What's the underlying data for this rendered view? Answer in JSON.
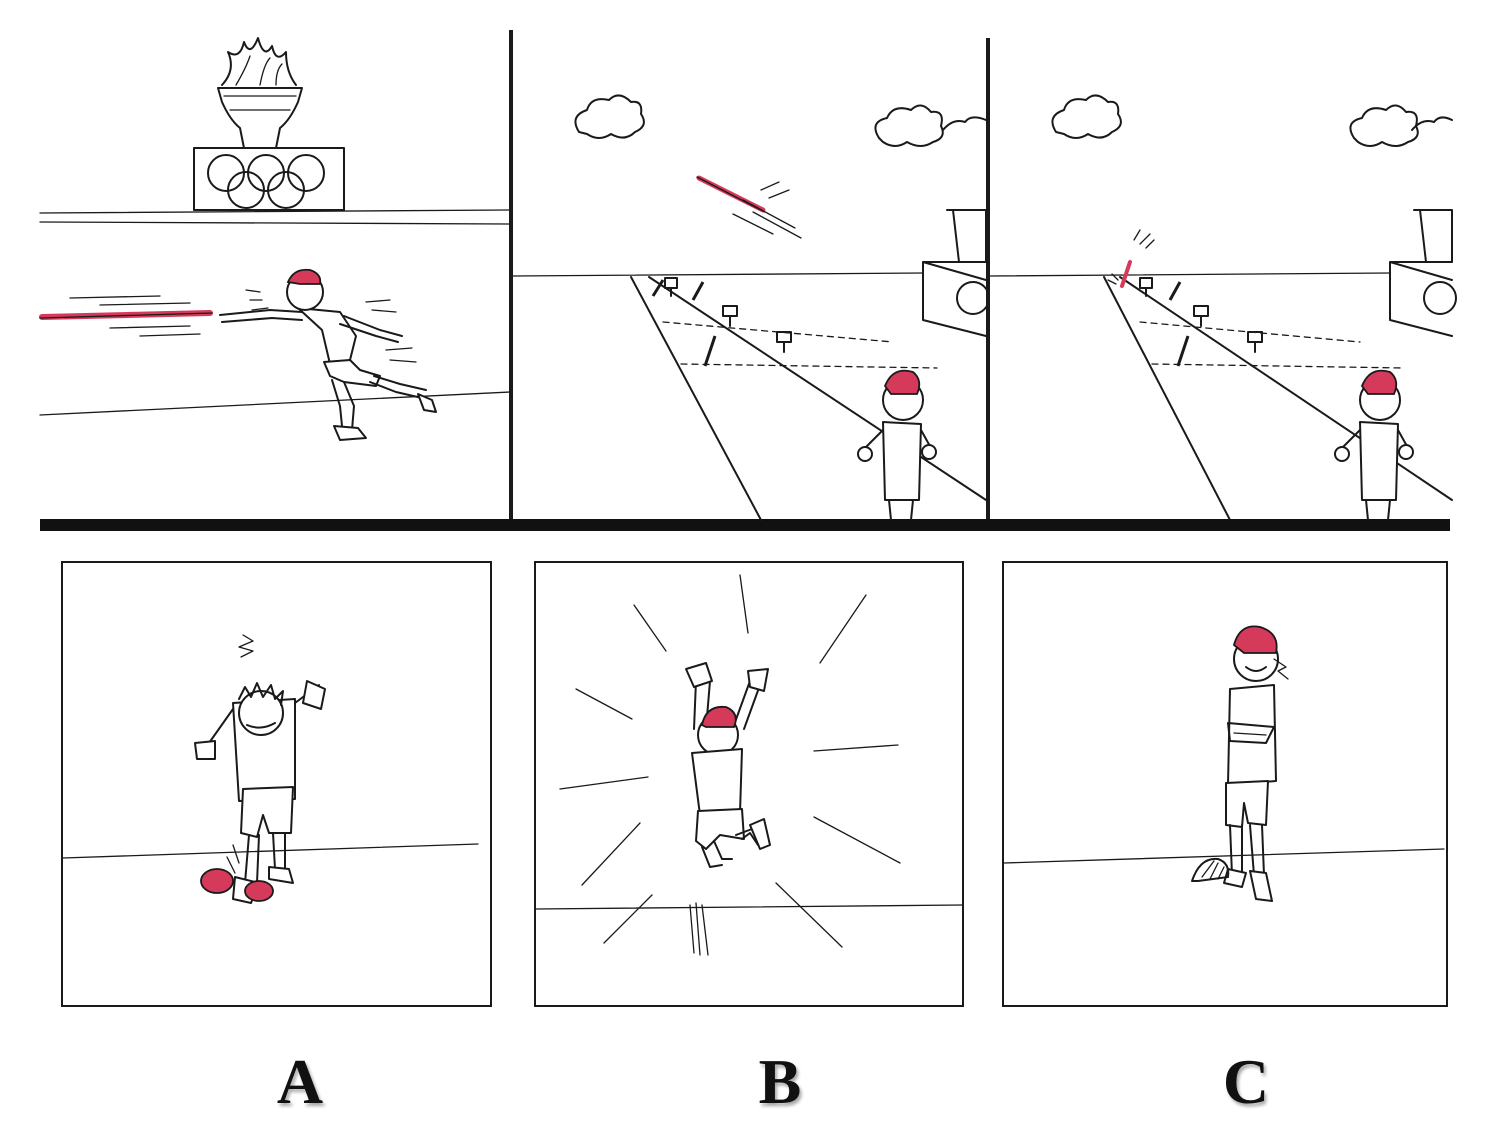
{
  "options": {
    "a": {
      "label": "A"
    },
    "b": {
      "label": "B"
    },
    "c": {
      "label": "C"
    }
  },
  "colors": {
    "ink": "#1a1a1a",
    "accent_red": "#d63a5a",
    "paper": "#ffffff"
  },
  "icons": [
    "olympic-rings-icon",
    "flame-cauldron-icon",
    "javelin-icon",
    "cloud-icon",
    "cap-icon"
  ]
}
